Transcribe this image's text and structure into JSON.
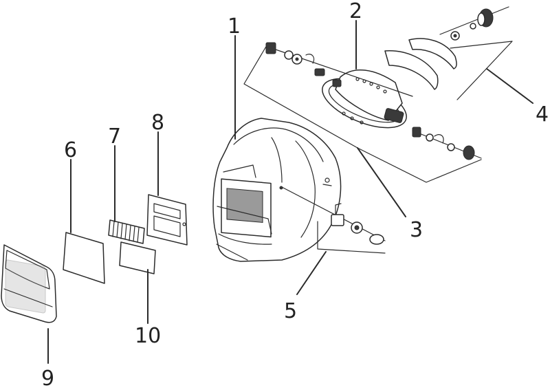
{
  "callouts": {
    "c1": "1",
    "c2": "2",
    "c3": "3",
    "c4": "4",
    "c5": "5",
    "c6": "6",
    "c7": "7",
    "c8": "8",
    "c9": "9",
    "c10": "10"
  },
  "colors": {
    "line": "#2a2a2a",
    "background": "#ffffff"
  }
}
